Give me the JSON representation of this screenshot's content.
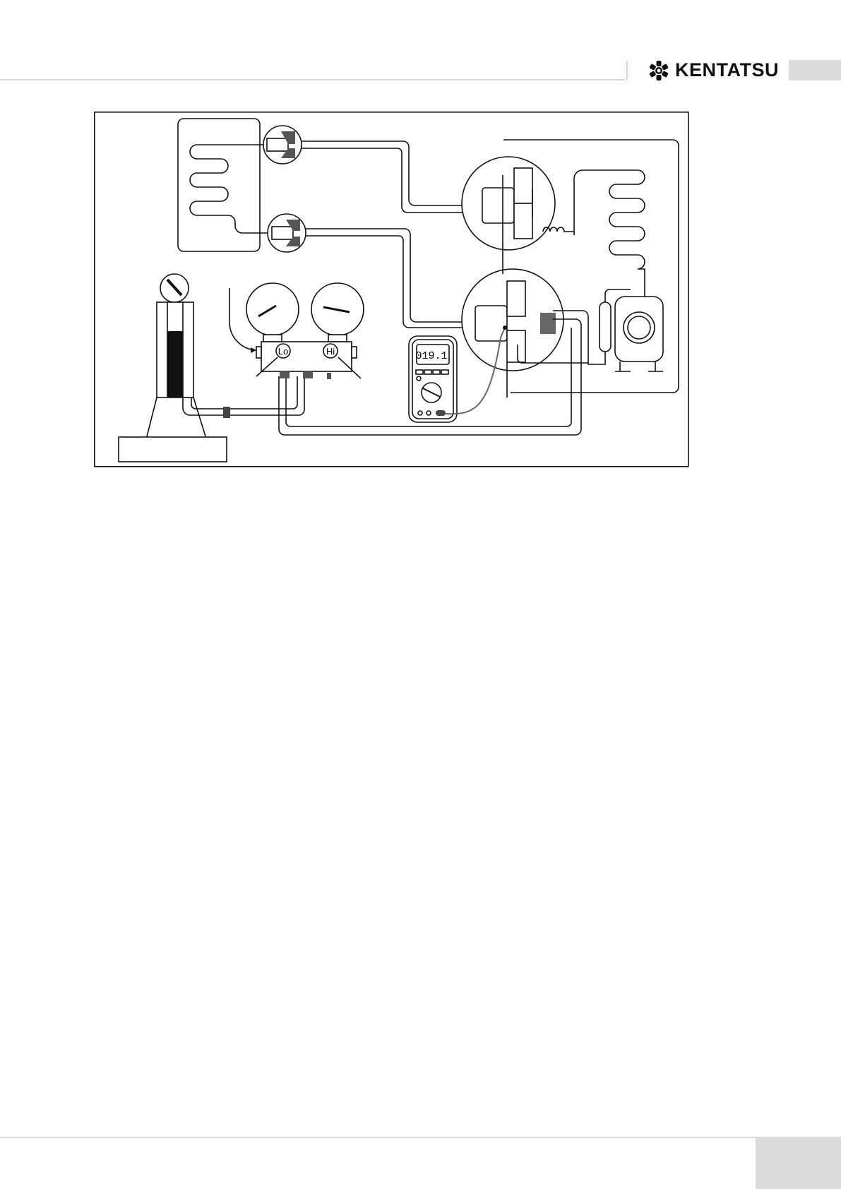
{
  "header": {
    "brand": "KENTATSU",
    "logo_icon": "kentatsu-flower-logo"
  },
  "diagram": {
    "multimeter_reading": "019.1",
    "low_gauge_label": "Lo",
    "high_gauge_label": "Hi"
  },
  "colors": {
    "rule": "#d8d8d8",
    "tab": "#dcdcdc",
    "ink": "#111111"
  }
}
